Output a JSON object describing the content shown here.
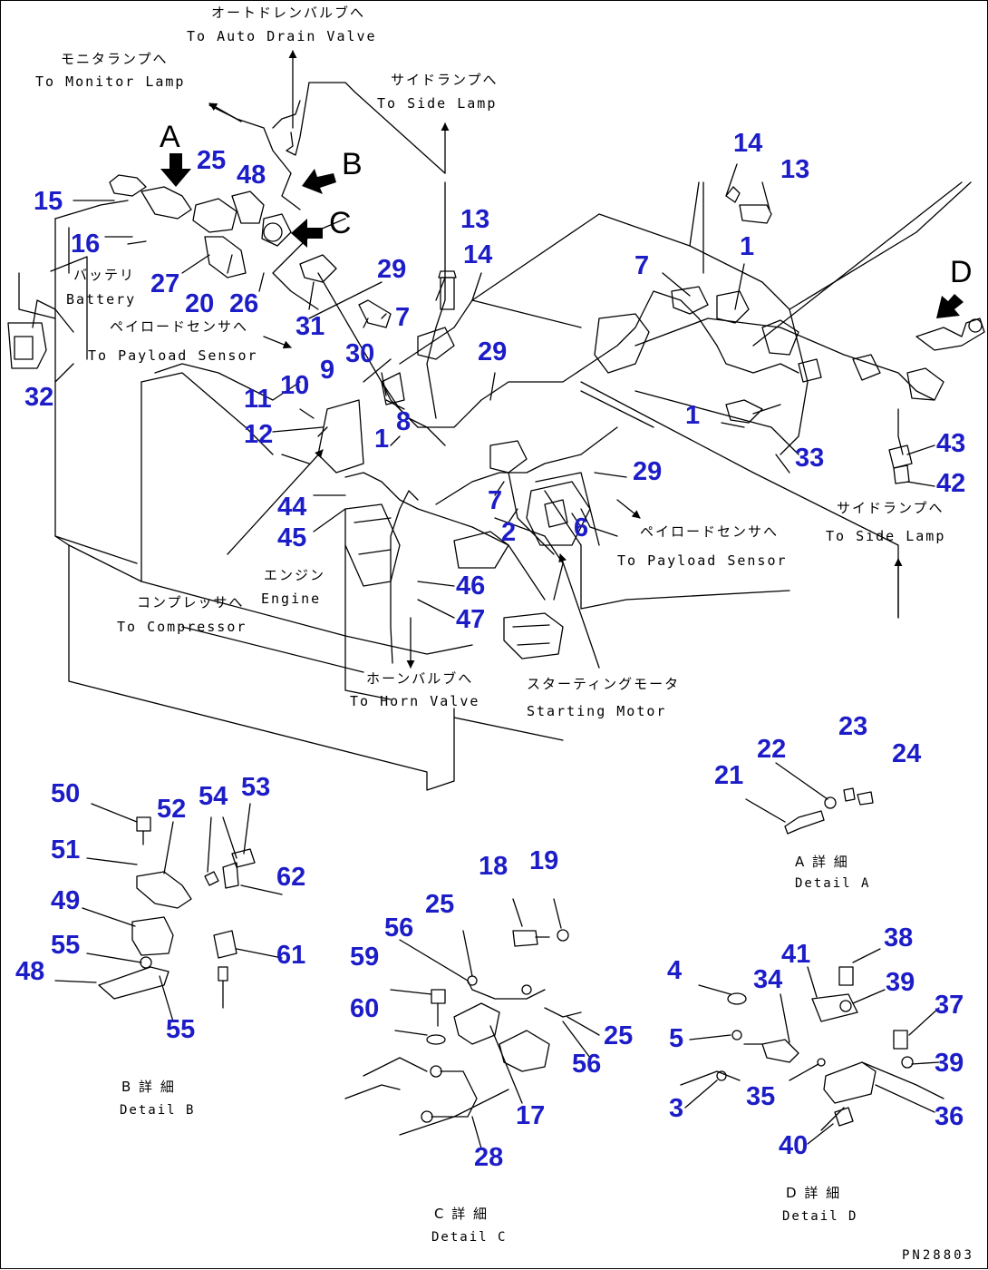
{
  "notes": {
    "auto_drain_jp": "オートドレンバルブへ",
    "auto_drain_en": "To Auto Drain Valve",
    "monitor_jp": "モニタランプへ",
    "monitor_en": "To Monitor Lamp",
    "side_lamp_top_jp": "サイドランプへ",
    "side_lamp_top_en": "To Side Lamp",
    "battery_jp": "バッテリ",
    "battery_en": "Battery",
    "payload_left_jp": "ペイロードセンサへ",
    "payload_left_en": "To Payload Sensor",
    "payload_right_jp": "ペイロードセンサへ",
    "payload_right_en": "To Payload Sensor",
    "side_lamp_right_jp": "サイドランプへ",
    "side_lamp_right_en": "To Side Lamp",
    "engine_jp": "エンジン",
    "engine_en": "Engine",
    "compressor_jp": "コンプレッサへ",
    "compressor_en": "To Compressor",
    "horn_jp": "ホーンバルブへ",
    "horn_en": "To Horn Valve",
    "starting_jp": "スターティングモータ",
    "starting_en": "Starting Motor"
  },
  "view_letters": {
    "a": "A",
    "b": "B",
    "c": "C",
    "d": "D"
  },
  "details": {
    "a_jp": "A 詳 細",
    "a_en": "Detail A",
    "b_jp": "B 詳 細",
    "b_en": "Detail B",
    "c_jp": "C 詳 細",
    "c_en": "Detail C",
    "d_jp": "D 詳 細",
    "d_en": "Detail D"
  },
  "drawing_code": "PN28803",
  "colors": {
    "callout": "#1d1dc8",
    "line": "#000000"
  },
  "callouts": [
    "14",
    "13",
    "13",
    "14",
    "1",
    "7",
    "25",
    "48",
    "15",
    "16",
    "27",
    "20",
    "26",
    "29",
    "31",
    "7",
    "30",
    "29",
    "32",
    "10",
    "9",
    "11",
    "12",
    "8",
    "1",
    "1",
    "33",
    "43",
    "42",
    "29",
    "44",
    "45",
    "7",
    "2",
    "6",
    "46",
    "47",
    "50",
    "52",
    "54",
    "53",
    "51",
    "62",
    "49",
    "55",
    "48",
    "55",
    "61",
    "18",
    "19",
    "25",
    "56",
    "59",
    "60",
    "25",
    "56",
    "17",
    "28",
    "21",
    "22",
    "23",
    "24",
    "4",
    "34",
    "41",
    "38",
    "39",
    "37",
    "5",
    "39",
    "35",
    "36",
    "3",
    "40"
  ]
}
